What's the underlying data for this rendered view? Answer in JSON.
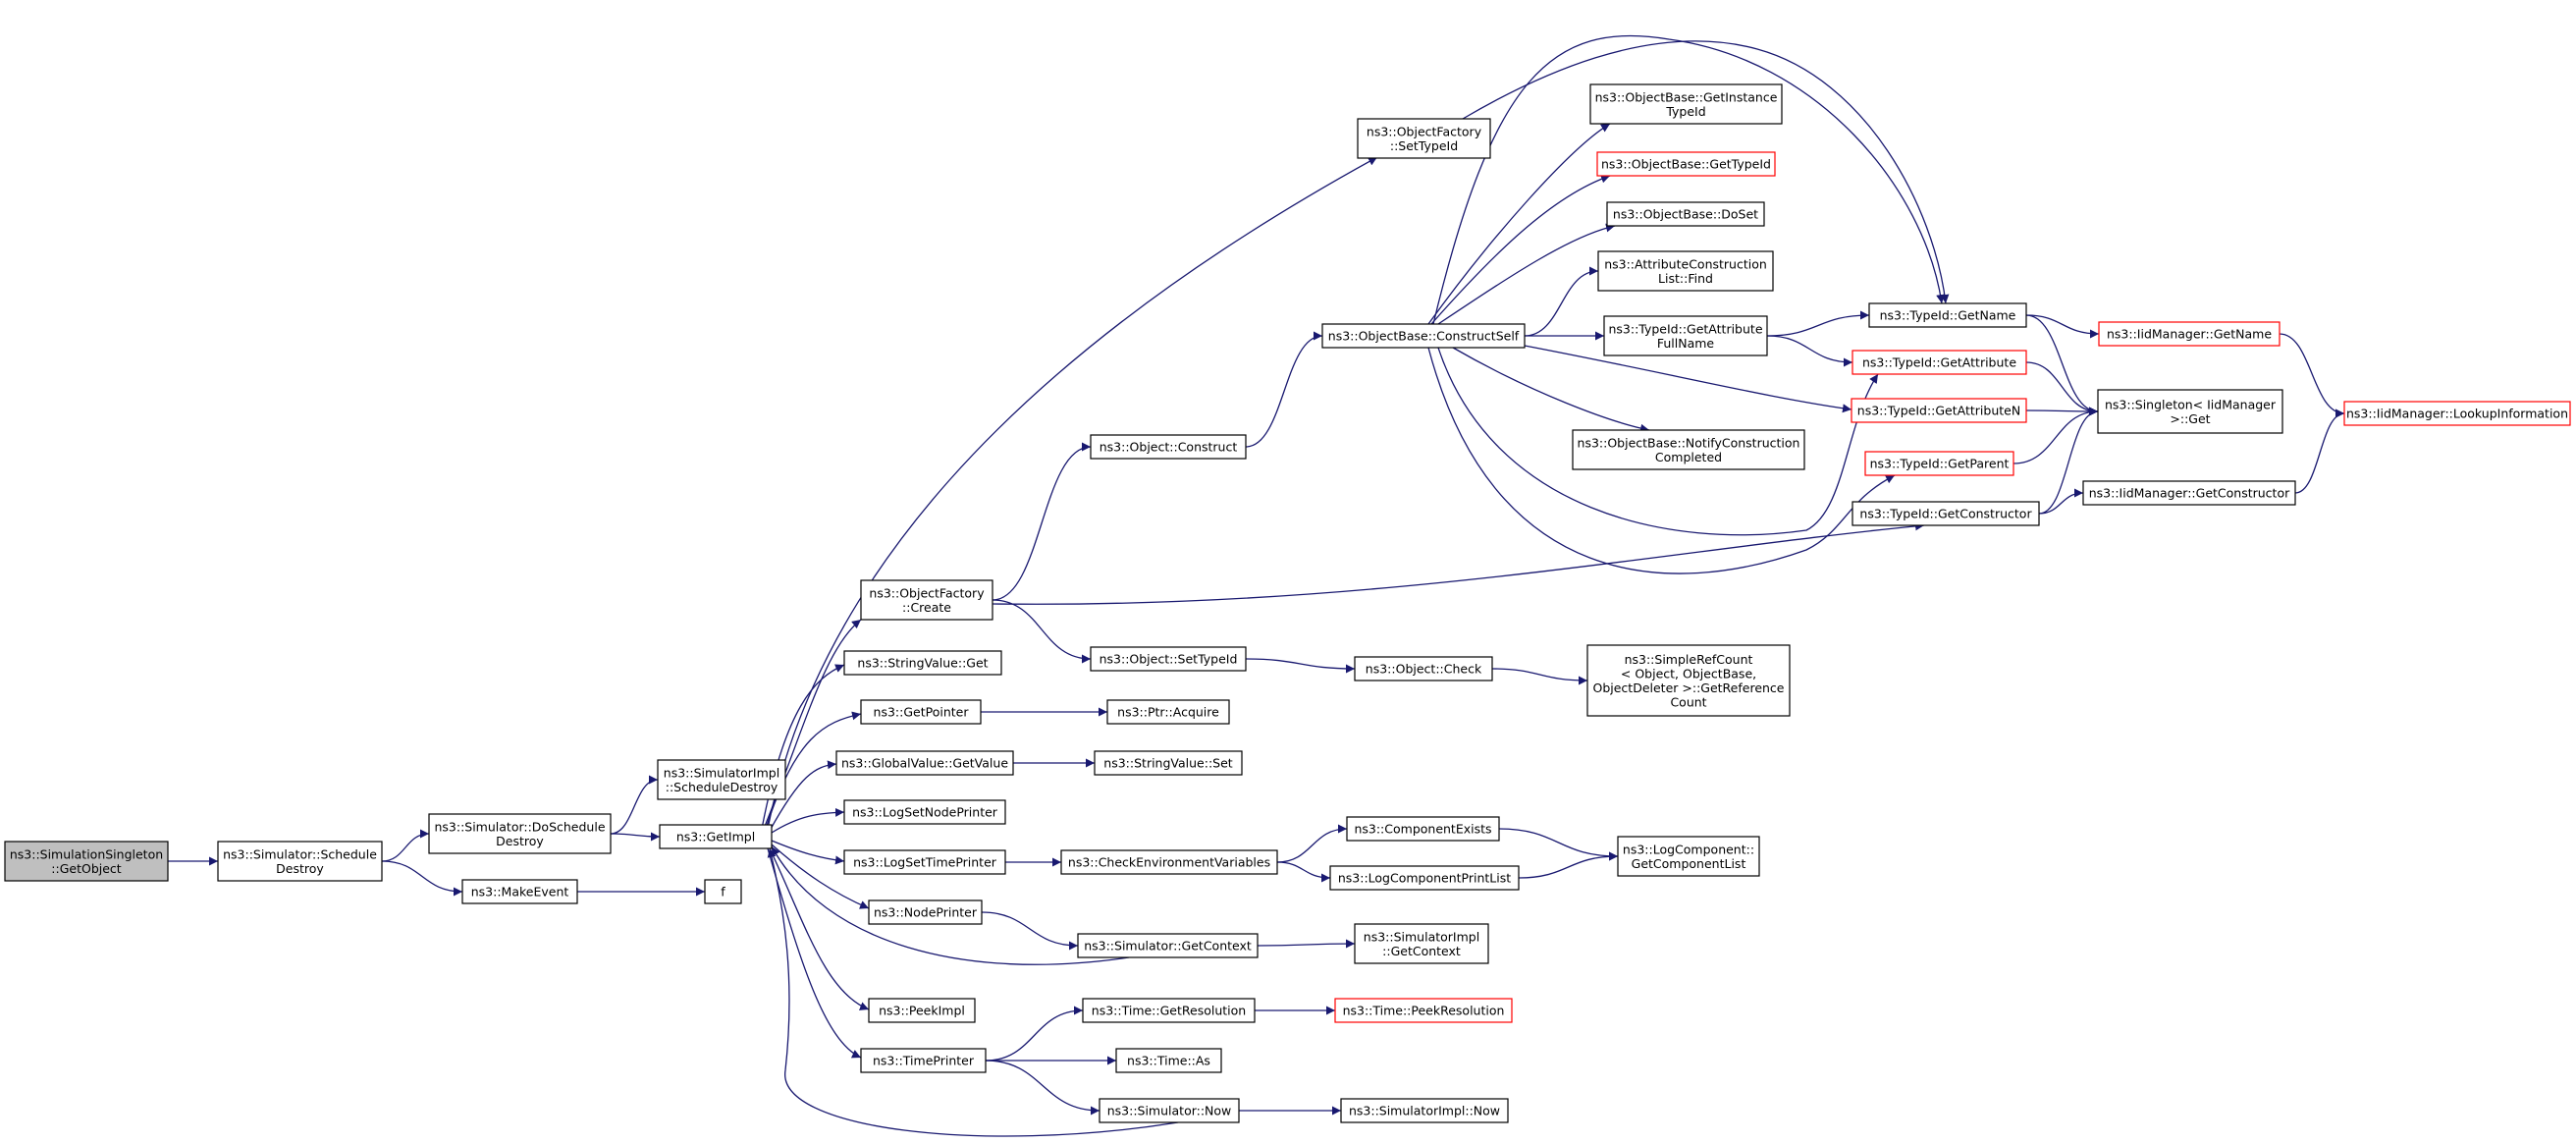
{
  "colors": {
    "edge": "#191970",
    "border_normal": "#000000",
    "border_truncated": "#ff0000",
    "root_fill": "#bfbfbf",
    "node_fill": "#ffffff"
  },
  "nodes": [
    {
      "id": "root",
      "lines": [
        "ns3::SimulationSingleton",
        "::GetObject"
      ],
      "style": "root"
    },
    {
      "id": "sched_destroy",
      "lines": [
        "ns3::Simulator::Schedule",
        "Destroy"
      ],
      "style": "normal"
    },
    {
      "id": "do_sched_destroy",
      "lines": [
        "ns3::Simulator::DoSchedule",
        "Destroy"
      ],
      "style": "normal"
    },
    {
      "id": "make_event",
      "lines": [
        "ns3::MakeEvent"
      ],
      "style": "normal"
    },
    {
      "id": "impl_sched_destroy",
      "lines": [
        "ns3::SimulatorImpl",
        "::ScheduleDestroy"
      ],
      "style": "normal"
    },
    {
      "id": "get_impl",
      "lines": [
        "ns3::GetImpl"
      ],
      "style": "normal"
    },
    {
      "id": "f",
      "lines": [
        "f"
      ],
      "style": "normal"
    },
    {
      "id": "of_create",
      "lines": [
        "ns3::ObjectFactory",
        "::Create"
      ],
      "style": "normal"
    },
    {
      "id": "sv_get",
      "lines": [
        "ns3::StringValue::Get"
      ],
      "style": "normal"
    },
    {
      "id": "get_pointer",
      "lines": [
        "ns3::GetPointer"
      ],
      "style": "normal"
    },
    {
      "id": "gv_getvalue",
      "lines": [
        "ns3::GlobalValue::GetValue"
      ],
      "style": "normal"
    },
    {
      "id": "log_node_printer",
      "lines": [
        "ns3::LogSetNodePrinter"
      ],
      "style": "normal"
    },
    {
      "id": "log_time_printer",
      "lines": [
        "ns3::LogSetTimePrinter"
      ],
      "style": "normal"
    },
    {
      "id": "node_printer",
      "lines": [
        "ns3::NodePrinter"
      ],
      "style": "normal"
    },
    {
      "id": "peek_impl",
      "lines": [
        "ns3::PeekImpl"
      ],
      "style": "normal"
    },
    {
      "id": "time_printer",
      "lines": [
        "ns3::TimePrinter"
      ],
      "style": "normal"
    },
    {
      "id": "obj_construct",
      "lines": [
        "ns3::Object::Construct"
      ],
      "style": "normal"
    },
    {
      "id": "obj_settypeid",
      "lines": [
        "ns3::Object::SetTypeId"
      ],
      "style": "normal"
    },
    {
      "id": "ptr_acquire",
      "lines": [
        "ns3::Ptr::Acquire"
      ],
      "style": "normal"
    },
    {
      "id": "sv_set",
      "lines": [
        "ns3::StringValue::Set"
      ],
      "style": "normal"
    },
    {
      "id": "check_env",
      "lines": [
        "ns3::CheckEnvironmentVariables"
      ],
      "style": "normal"
    },
    {
      "id": "sim_getcontext",
      "lines": [
        "ns3::Simulator::GetContext"
      ],
      "style": "normal"
    },
    {
      "id": "time_getres",
      "lines": [
        "ns3::Time::GetResolution"
      ],
      "style": "normal"
    },
    {
      "id": "time_as",
      "lines": [
        "ns3::Time::As"
      ],
      "style": "normal"
    },
    {
      "id": "sim_now",
      "lines": [
        "ns3::Simulator::Now"
      ],
      "style": "normal"
    },
    {
      "id": "of_settypeid",
      "lines": [
        "ns3::ObjectFactory",
        "::SetTypeId"
      ],
      "style": "normal"
    },
    {
      "id": "ob_constructself",
      "lines": [
        "ns3::ObjectBase::ConstructSelf"
      ],
      "style": "normal"
    },
    {
      "id": "obj_check",
      "lines": [
        "ns3::Object::Check"
      ],
      "style": "normal"
    },
    {
      "id": "comp_exists",
      "lines": [
        "ns3::ComponentExists"
      ],
      "style": "normal"
    },
    {
      "id": "log_comp_printlist",
      "lines": [
        "ns3::LogComponentPrintList"
      ],
      "style": "normal"
    },
    {
      "id": "impl_getcontext",
      "lines": [
        "ns3::SimulatorImpl",
        "::GetContext"
      ],
      "style": "normal"
    },
    {
      "id": "time_peekres",
      "lines": [
        "ns3::Time::PeekResolution"
      ],
      "style": "truncated"
    },
    {
      "id": "impl_now",
      "lines": [
        "ns3::SimulatorImpl::Now"
      ],
      "style": "normal"
    },
    {
      "id": "ob_getinstance",
      "lines": [
        "ns3::ObjectBase::GetInstance",
        "TypeId"
      ],
      "style": "normal"
    },
    {
      "id": "ob_gettypeid",
      "lines": [
        "ns3::ObjectBase::GetTypeId"
      ],
      "style": "truncated"
    },
    {
      "id": "ob_doset",
      "lines": [
        "ns3::ObjectBase::DoSet"
      ],
      "style": "normal"
    },
    {
      "id": "acl_find",
      "lines": [
        "ns3::AttributeConstruction",
        "List::Find"
      ],
      "style": "normal"
    },
    {
      "id": "tid_getattrfull",
      "lines": [
        "ns3::TypeId::GetAttribute",
        "FullName"
      ],
      "style": "normal"
    },
    {
      "id": "ob_notify",
      "lines": [
        "ns3::ObjectBase::NotifyConstruction",
        "Completed"
      ],
      "style": "normal"
    },
    {
      "id": "simple_refcount",
      "lines": [
        "ns3::SimpleRefCount",
        "< Object, ObjectBase,",
        "ObjectDeleter >::GetReference",
        "Count"
      ],
      "style": "normal"
    },
    {
      "id": "log_comp_getlist",
      "lines": [
        "ns3::LogComponent::",
        "GetComponentList"
      ],
      "style": "normal"
    },
    {
      "id": "tid_getname",
      "lines": [
        "ns3::TypeId::GetName"
      ],
      "style": "normal"
    },
    {
      "id": "tid_getattr",
      "lines": [
        "ns3::TypeId::GetAttribute"
      ],
      "style": "truncated"
    },
    {
      "id": "tid_getattrn",
      "lines": [
        "ns3::TypeId::GetAttributeN"
      ],
      "style": "truncated"
    },
    {
      "id": "tid_getparent",
      "lines": [
        "ns3::TypeId::GetParent"
      ],
      "style": "truncated"
    },
    {
      "id": "tid_getctor",
      "lines": [
        "ns3::TypeId::GetConstructor"
      ],
      "style": "normal"
    },
    {
      "id": "singleton_get",
      "lines": [
        "ns3::Singleton< IidManager",
        ">::Get"
      ],
      "style": "normal"
    },
    {
      "id": "iid_getname",
      "lines": [
        "ns3::IidManager::GetName"
      ],
      "style": "truncated"
    },
    {
      "id": "iid_getctor",
      "lines": [
        "ns3::IidManager::GetConstructor"
      ],
      "style": "normal"
    },
    {
      "id": "iid_lookup",
      "lines": [
        "ns3::IidManager::LookupInformation"
      ],
      "style": "truncated"
    }
  ],
  "edges": [
    {
      "from": "root",
      "to": "sched_destroy"
    },
    {
      "from": "sched_destroy",
      "to": "do_sched_destroy"
    },
    {
      "from": "sched_destroy",
      "to": "make_event"
    },
    {
      "from": "do_sched_destroy",
      "to": "impl_sched_destroy"
    },
    {
      "from": "do_sched_destroy",
      "to": "get_impl"
    },
    {
      "from": "make_event",
      "to": "f"
    },
    {
      "from": "get_impl",
      "to": "of_create"
    },
    {
      "from": "get_impl",
      "to": "of_settypeid"
    },
    {
      "from": "get_impl",
      "to": "sv_get"
    },
    {
      "from": "get_impl",
      "to": "get_pointer"
    },
    {
      "from": "get_impl",
      "to": "gv_getvalue"
    },
    {
      "from": "get_impl",
      "to": "log_node_printer"
    },
    {
      "from": "get_impl",
      "to": "log_time_printer"
    },
    {
      "from": "get_impl",
      "to": "node_printer"
    },
    {
      "from": "get_impl",
      "to": "peek_impl"
    },
    {
      "from": "get_impl",
      "to": "time_printer"
    },
    {
      "from": "of_create",
      "to": "obj_construct"
    },
    {
      "from": "of_create",
      "to": "obj_settypeid"
    },
    {
      "from": "of_create",
      "to": "tid_getctor"
    },
    {
      "from": "get_pointer",
      "to": "ptr_acquire"
    },
    {
      "from": "gv_getvalue",
      "to": "sv_set"
    },
    {
      "from": "log_time_printer",
      "to": "check_env"
    },
    {
      "from": "node_printer",
      "to": "sim_getcontext"
    },
    {
      "from": "sim_getcontext",
      "to": "get_impl"
    },
    {
      "from": "time_printer",
      "to": "time_getres"
    },
    {
      "from": "time_printer",
      "to": "time_as"
    },
    {
      "from": "time_printer",
      "to": "sim_now"
    },
    {
      "from": "sim_now",
      "to": "get_impl"
    },
    {
      "from": "obj_construct",
      "to": "ob_constructself"
    },
    {
      "from": "obj_settypeid",
      "to": "obj_check"
    },
    {
      "from": "check_env",
      "to": "comp_exists"
    },
    {
      "from": "check_env",
      "to": "log_comp_printlist"
    },
    {
      "from": "sim_getcontext",
      "to": "impl_getcontext"
    },
    {
      "from": "time_getres",
      "to": "time_peekres"
    },
    {
      "from": "sim_now",
      "to": "impl_now"
    },
    {
      "from": "of_settypeid",
      "to": "tid_getname"
    },
    {
      "from": "ob_constructself",
      "to": "ob_getinstance"
    },
    {
      "from": "ob_constructself",
      "to": "ob_gettypeid"
    },
    {
      "from": "ob_constructself",
      "to": "ob_doset"
    },
    {
      "from": "ob_constructself",
      "to": "acl_find"
    },
    {
      "from": "ob_constructself",
      "to": "tid_getattrfull"
    },
    {
      "from": "ob_constructself",
      "to": "ob_notify"
    },
    {
      "from": "ob_constructself",
      "to": "tid_getattr"
    },
    {
      "from": "ob_constructself",
      "to": "tid_getattrn"
    },
    {
      "from": "ob_constructself",
      "to": "tid_getparent"
    },
    {
      "from": "ob_constructself",
      "to": "tid_getname"
    },
    {
      "from": "obj_check",
      "to": "simple_refcount"
    },
    {
      "from": "comp_exists",
      "to": "log_comp_getlist"
    },
    {
      "from": "log_comp_printlist",
      "to": "log_comp_getlist"
    },
    {
      "from": "tid_getattrfull",
      "to": "tid_getname"
    },
    {
      "from": "tid_getattrfull",
      "to": "tid_getattr"
    },
    {
      "from": "tid_getattr",
      "to": "singleton_get"
    },
    {
      "from": "tid_getattrn",
      "to": "singleton_get"
    },
    {
      "from": "tid_getparent",
      "to": "singleton_get"
    },
    {
      "from": "tid_getctor",
      "to": "singleton_get"
    },
    {
      "from": "tid_getctor",
      "to": "iid_getctor"
    },
    {
      "from": "tid_getname",
      "to": "iid_getname"
    },
    {
      "from": "tid_getname",
      "to": "singleton_get"
    },
    {
      "from": "iid_getname",
      "to": "iid_lookup"
    },
    {
      "from": "iid_getctor",
      "to": "iid_lookup"
    }
  ]
}
